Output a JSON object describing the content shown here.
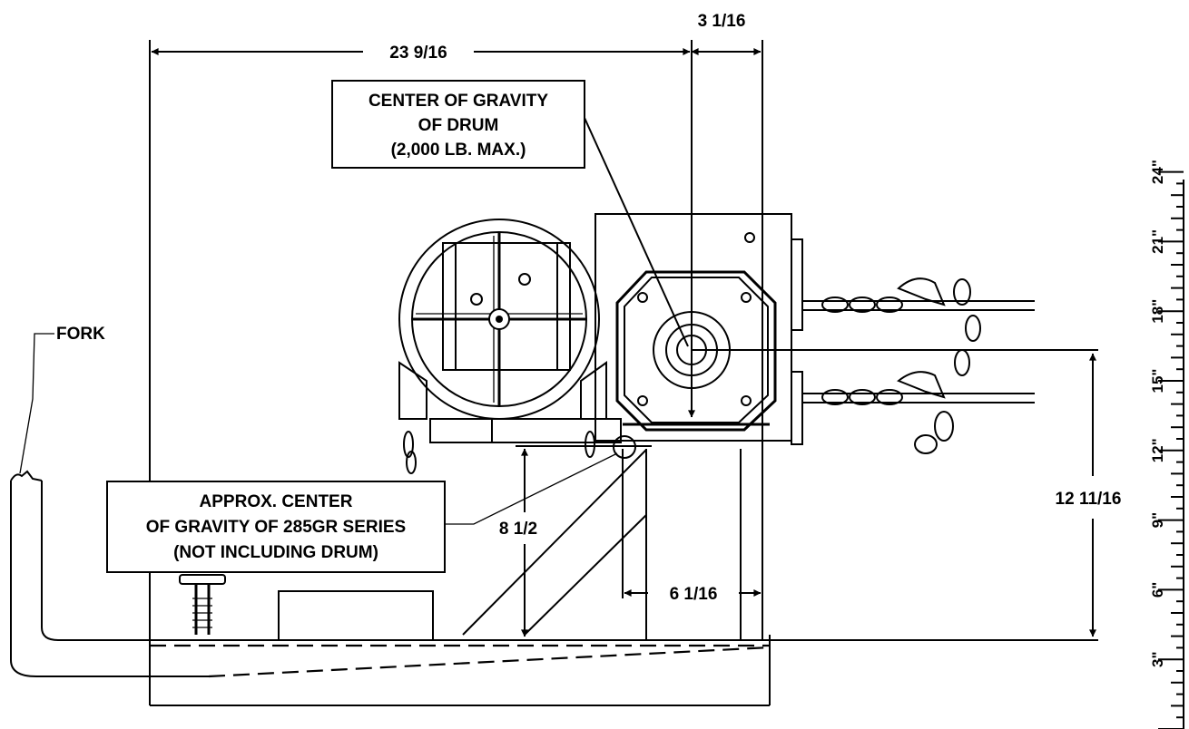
{
  "dimensions": {
    "overall_length": "23 9/16",
    "cg_offset": "3 1/16",
    "drum_cg_height": "12 11/16",
    "base_cg_height": "8 1/2",
    "base_cg_offset": "6 1/16"
  },
  "labels": {
    "drum_cg": [
      "CENTER OF GRAVITY",
      "OF DRUM",
      "(2,000 LB. MAX.)"
    ],
    "base_cg": [
      "APPROX. CENTER",
      "OF GRAVITY OF 285GR SERIES",
      "(NOT INCLUDING DRUM)"
    ],
    "fork": "FORK"
  },
  "scale": {
    "unit_mark": "\"",
    "ticks": [
      "3",
      "6",
      "9",
      "12",
      "15",
      "18",
      "21",
      "24"
    ]
  }
}
